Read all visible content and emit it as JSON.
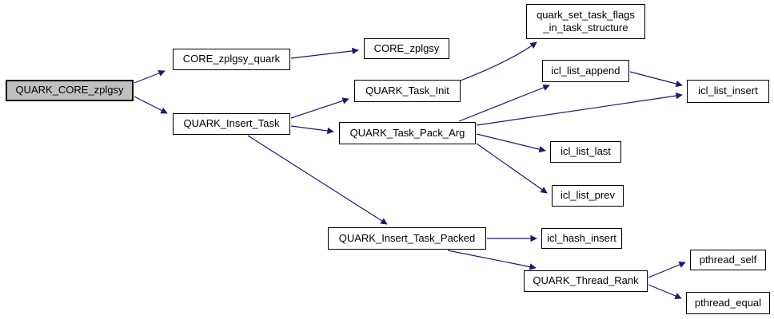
{
  "diagram": {
    "type": "call-graph",
    "background_color": "#ffffff",
    "edge_color": "#191970",
    "node_fill": "#ffffff",
    "node_border_color": "#000000",
    "highlight_fill": "#c0c0c0",
    "nodes": [
      {
        "id": "QUARK_CORE_zplgsy",
        "label": "QUARK_CORE_zplgsy",
        "highlighted": true
      },
      {
        "id": "CORE_zplgsy_quark",
        "label": "CORE_zplgsy_quark"
      },
      {
        "id": "CORE_zplgsy",
        "label": "CORE_zplgsy"
      },
      {
        "id": "QUARK_Insert_Task",
        "label": "QUARK_Insert_Task"
      },
      {
        "id": "QUARK_Task_Init",
        "label": "QUARK_Task_Init"
      },
      {
        "id": "quark_set_task_flags_in_task_structure",
        "label": "quark_set_task_flags_in_task_structure",
        "label_line1": "quark_set_task_flags",
        "label_line2": "_in_task_structure"
      },
      {
        "id": "QUARK_Task_Pack_Arg",
        "label": "QUARK_Task_Pack_Arg"
      },
      {
        "id": "icl_list_append",
        "label": "icl_list_append"
      },
      {
        "id": "icl_list_insert",
        "label": "icl_list_insert"
      },
      {
        "id": "icl_list_last",
        "label": "icl_list_last"
      },
      {
        "id": "icl_list_prev",
        "label": "icl_list_prev"
      },
      {
        "id": "QUARK_Insert_Task_Packed",
        "label": "QUARK_Insert_Task_Packed"
      },
      {
        "id": "icl_hash_insert",
        "label": "icl_hash_insert"
      },
      {
        "id": "QUARK_Thread_Rank",
        "label": "QUARK_Thread_Rank"
      },
      {
        "id": "pthread_self",
        "label": "pthread_self"
      },
      {
        "id": "pthread_equal",
        "label": "pthread_equal"
      }
    ],
    "edges": [
      {
        "from": "QUARK_CORE_zplgsy",
        "to": "CORE_zplgsy_quark"
      },
      {
        "from": "QUARK_CORE_zplgsy",
        "to": "QUARK_Insert_Task"
      },
      {
        "from": "CORE_zplgsy_quark",
        "to": "CORE_zplgsy"
      },
      {
        "from": "QUARK_Insert_Task",
        "to": "QUARK_Task_Init"
      },
      {
        "from": "QUARK_Insert_Task",
        "to": "QUARK_Task_Pack_Arg"
      },
      {
        "from": "QUARK_Insert_Task",
        "to": "QUARK_Insert_Task_Packed"
      },
      {
        "from": "QUARK_Task_Init",
        "to": "quark_set_task_flags_in_task_structure"
      },
      {
        "from": "QUARK_Task_Pack_Arg",
        "to": "icl_list_append"
      },
      {
        "from": "QUARK_Task_Pack_Arg",
        "to": "icl_list_insert"
      },
      {
        "from": "QUARK_Task_Pack_Arg",
        "to": "icl_list_last"
      },
      {
        "from": "QUARK_Task_Pack_Arg",
        "to": "icl_list_prev"
      },
      {
        "from": "icl_list_append",
        "to": "icl_list_insert"
      },
      {
        "from": "QUARK_Insert_Task_Packed",
        "to": "icl_hash_insert"
      },
      {
        "from": "QUARK_Insert_Task_Packed",
        "to": "QUARK_Thread_Rank"
      },
      {
        "from": "QUARK_Thread_Rank",
        "to": "pthread_self"
      },
      {
        "from": "QUARK_Thread_Rank",
        "to": "pthread_equal"
      }
    ]
  }
}
